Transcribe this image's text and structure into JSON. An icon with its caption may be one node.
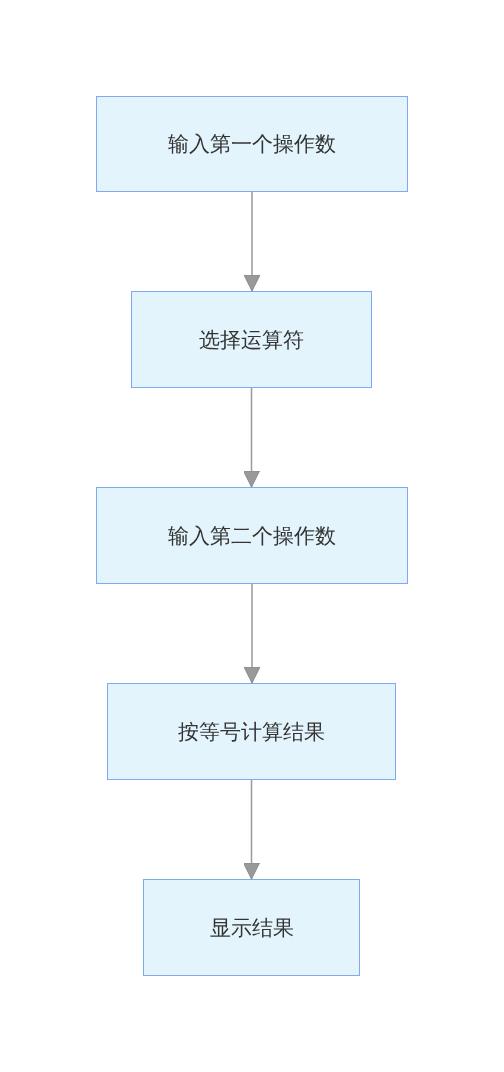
{
  "diagram": {
    "nodes": [
      {
        "text": [
          "输入第一个操作数"
        ]
      },
      {
        "text": [
          "选择运算符"
        ]
      },
      {
        "text": [
          "输入第二个操作数"
        ]
      },
      {
        "text": [
          "按等号计算结果"
        ]
      },
      {
        "text": [
          "显示结果"
        ]
      }
    ],
    "edges": [
      {
        "from": 0,
        "to": 1,
        "arrow": "to"
      },
      {
        "from": 1,
        "to": 2,
        "arrow": "to"
      },
      {
        "from": 2,
        "to": 3,
        "arrow": "to"
      },
      {
        "from": 3,
        "to": 4,
        "arrow": "to"
      }
    ]
  }
}
